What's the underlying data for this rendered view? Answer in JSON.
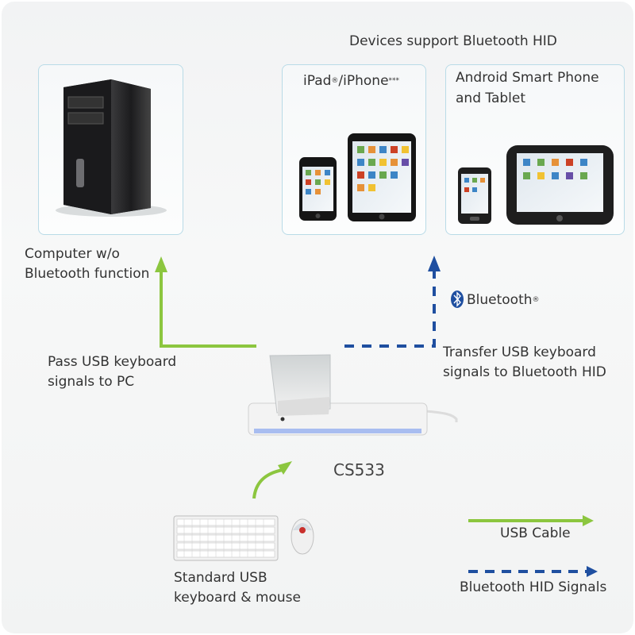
{
  "header": {
    "devices_support": "Devices support Bluetooth HID"
  },
  "boxes": {
    "ipad": {
      "label": "iPad",
      "sup1": "®",
      "mid": "/iPhone",
      "sup2": "***"
    },
    "android": {
      "line1": "Android Smart Phone",
      "line2": "and Tablet"
    }
  },
  "labels": {
    "computer_line1": "Computer w/o",
    "computer_line2": "Bluetooth function",
    "pass_line1": "Pass USB keyboard",
    "pass_line2": "signals to PC",
    "transfer_line1": "Transfer USB keyboard",
    "transfer_line2": "signals to Bluetooth HID",
    "bluetooth_logo": "Bluetooth",
    "bluetooth_mark": "®",
    "device": "CS533",
    "keyboard_line1": "Standard USB",
    "keyboard_line2": "keyboard & mouse"
  },
  "legend": {
    "usb": "USB Cable",
    "bt": "Bluetooth HID Signals"
  },
  "colors": {
    "usb_green": "#8cc63f",
    "bt_blue": "#1f4fa0",
    "box_border": "#b9dbe7"
  }
}
